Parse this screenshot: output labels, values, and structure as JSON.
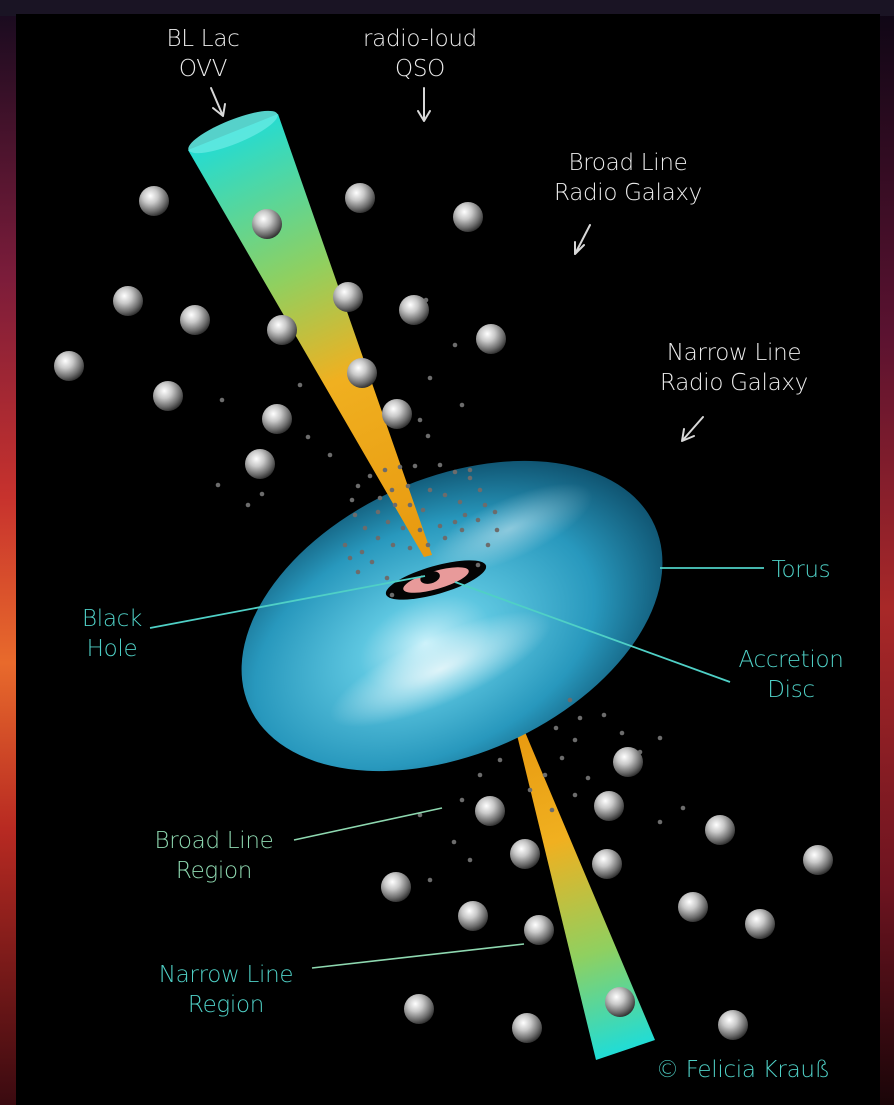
{
  "labels": {
    "bl_lac": [
      "BL Lac",
      "OVV"
    ],
    "qso": [
      "radio-loud",
      "QSO"
    ],
    "blrg": [
      "Broad Line",
      "Radio Galaxy"
    ],
    "nlrg": [
      "Narrow Line",
      "Radio Galaxy"
    ],
    "torus": "Torus",
    "black_hole": [
      "Black",
      "Hole"
    ],
    "accretion_disc": [
      "Accretion",
      "Disc"
    ],
    "broad_line_region": [
      "Broad Line",
      "Region"
    ],
    "narrow_line_region": [
      "Narrow Line",
      "Region"
    ],
    "credit": "© Felicia Krauß"
  },
  "colors": {
    "background": "#000000",
    "torus": "#2a9fc1",
    "jet_outer": "#20d8d0",
    "jet_inner": "#f0a818",
    "label_white": "#ececec",
    "label_cyan": "#4fd0c6",
    "label_green": "#8ed8b0",
    "disc": "#e89a9a"
  }
}
